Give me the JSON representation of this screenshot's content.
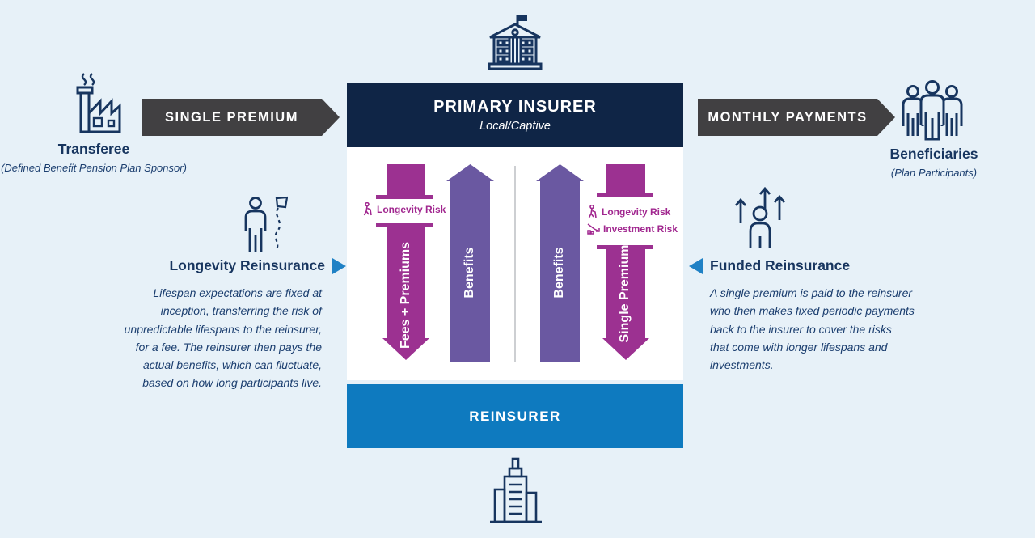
{
  "primary_insurer": {
    "title": "PRIMARY INSURER",
    "subtitle": "Local/Captive"
  },
  "reinsurer": {
    "title": "REINSURER"
  },
  "banners": {
    "single_premium": "SINGLE PREMIUM",
    "monthly_payments": "MONTHLY PAYMENTS"
  },
  "transferee": {
    "label": "Transferee",
    "sublabel": "(Defined Benefit Pension Plan Sponsor)"
  },
  "beneficiaries": {
    "label": "Beneficiaries",
    "sublabel": "(Plan Participants)"
  },
  "flows": {
    "fees_premiums": "Fees + Premiums",
    "benefits_left": "Benefits",
    "benefits_right": "Benefits",
    "single_premium": "Single Premium"
  },
  "risks": {
    "longevity_left": "Longevity Risk",
    "longevity_right": "Longevity Risk",
    "investment_right": "Investment Risk"
  },
  "longevity_reinsurance": {
    "title": "Longevity Reinsurance",
    "body": "Lifespan expectations are fixed at\ninception, transferring the risk of\nunpredictable lifespans to the reinsurer,\nfor a fee. The reinsurer then pays the\nactual benefits, which can fluctuate,\nbased on how long participants live."
  },
  "funded_reinsurance": {
    "title": "Funded Reinsurance",
    "body": "A single premium is paid to the reinsurer\nwho then makes fixed periodic payments\nback to the insurer to cover the risks\nthat come with longer lifespans and\ninvestments."
  },
  "colors": {
    "background": "#E7F1F8",
    "navy": "#0F2546",
    "text_navy": "#17355F",
    "dark_gray": "#414042",
    "magenta": "#9C3191",
    "purple": "#6A58A1",
    "blue": "#0E7ABF",
    "pointer_blue": "#1F81C5"
  }
}
